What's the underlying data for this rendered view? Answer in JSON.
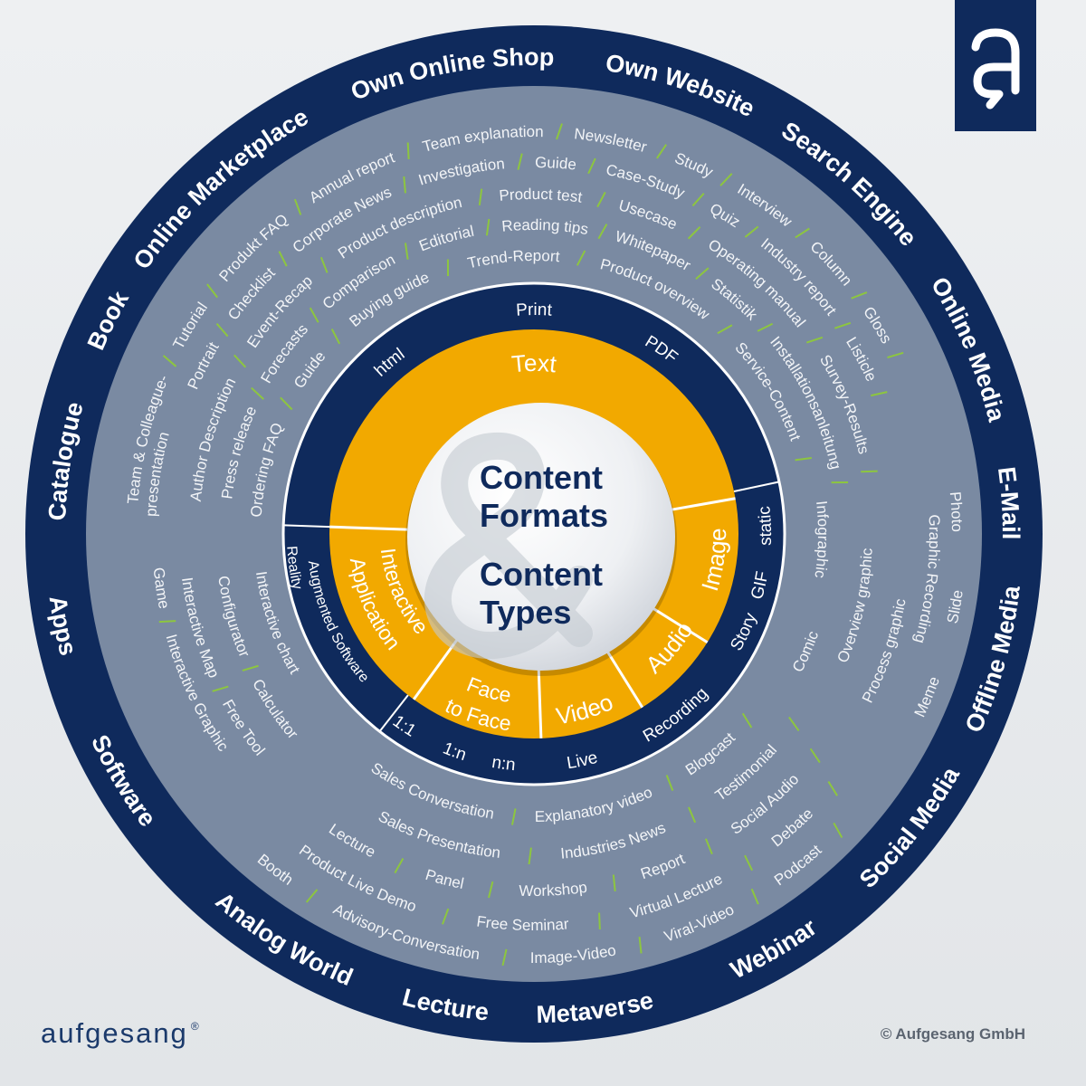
{
  "title": {
    "line1": "Content",
    "line2": "Formats",
    "amp": "&",
    "line3": "Content",
    "line4": "Types"
  },
  "channels": [
    "Catalogue",
    "Book",
    "Online Marketplace",
    "Own Online Shop",
    "Own Website",
    "Search Engine",
    "Online Media",
    "E-Mail",
    "Offline Media",
    "Social Media",
    "Webinar",
    "Metaverse",
    "Lecture",
    "Analog World",
    "Software",
    "Apps"
  ],
  "formats": [
    "Print",
    "PDF",
    "html",
    "static",
    "GIF",
    "Story",
    "Recording",
    "Live",
    "n:n",
    "1:n",
    "1:1",
    "Augmented Software",
    "Reality"
  ],
  "categories": {
    "text": "Text",
    "image": "Image",
    "audio": "Audio",
    "video": "Video",
    "face1": "Face",
    "face2": "to Face",
    "app1": "Interactive",
    "app2": "Application"
  },
  "types": {
    "text_lines": [
      [
        "Team & Colleague-",
        "Tutorial",
        "Produkt FAQ",
        "Annual report",
        "Team explanation",
        "Newsletter",
        "Study",
        "Interview",
        "Column",
        "Gloss"
      ],
      [
        "presentation"
      ],
      [
        "Portrait",
        "Checklist",
        "Corporate News",
        "Investigation",
        "Guide",
        "Case-Study",
        "Quiz",
        "Industry report",
        "Listicle"
      ],
      [
        "Author Description",
        "Event-Recap",
        "Product description",
        "Product test",
        "Usecase",
        "Operating manual",
        "Survey-Results"
      ],
      [
        "Press release",
        "Forecasts",
        "Comparison",
        "Editorial",
        "Reading tips",
        "Whitepaper",
        "Statistik",
        "Installationsanleitung"
      ],
      [
        "Ordering FAQ",
        "Guide",
        "Buying guide",
        "Trend-Report",
        "Product overview",
        "Service-Content"
      ]
    ],
    "image_items": [
      "Photo",
      "Graphic Recording",
      "Infographic",
      "Slide",
      "Meme",
      "Overview graphic",
      "Process graphic",
      "Comic"
    ],
    "av_lines": [
      [
        "Sales Conversation",
        "Explanatory video",
        "Blogcast"
      ],
      [
        "Sales Presentation",
        "Industries News",
        "Testimonial"
      ],
      [
        "Lecture",
        "Panel",
        "Workshop",
        "Report",
        "Social Audio"
      ],
      [
        "Product Live Demo",
        "Free Seminar",
        "Virtual Lecture",
        "Debate"
      ],
      [
        "Booth",
        "Advisory-Conversation",
        "Image-Video",
        "Viral-Video",
        "Podcast"
      ]
    ],
    "app_lines": [
      [
        "Interactive chart"
      ],
      [
        "Configurator",
        "Calculator"
      ],
      [
        "Interactive Map",
        "Free Tool"
      ],
      [
        "Game",
        "Interactive Graphic"
      ]
    ]
  },
  "brand": {
    "name": "aufgesang",
    "registered": "®",
    "copyright": "© Aufgesang GmbH"
  },
  "colors": {
    "navy": "#0f2a5c",
    "ring_gray": "#7a8aa2",
    "orange": "#f2a900",
    "separator_green": "#8dc63f",
    "background": "#e9ecef"
  }
}
